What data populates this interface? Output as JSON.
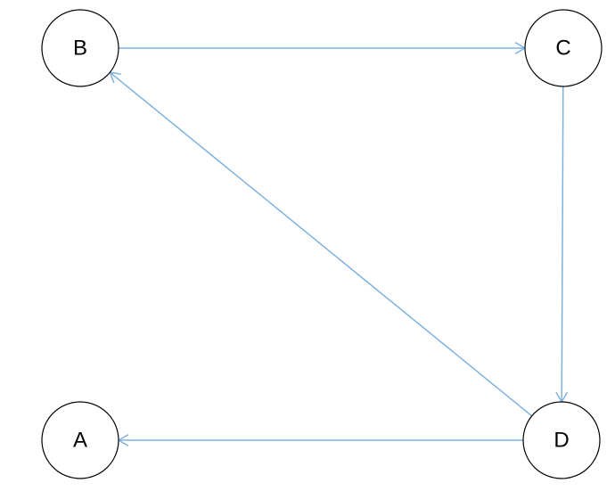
{
  "diagram": {
    "type": "directed-graph",
    "edge_color": "#7FB2DF",
    "node_stroke_color": "#000000",
    "nodes": [
      {
        "id": "B",
        "label": "B"
      },
      {
        "id": "C",
        "label": "C"
      },
      {
        "id": "A",
        "label": "A"
      },
      {
        "id": "D",
        "label": "D"
      }
    ],
    "edges": [
      {
        "from": "B",
        "to": "C"
      },
      {
        "from": "C",
        "to": "D"
      },
      {
        "from": "D",
        "to": "B"
      },
      {
        "from": "D",
        "to": "A"
      }
    ]
  }
}
